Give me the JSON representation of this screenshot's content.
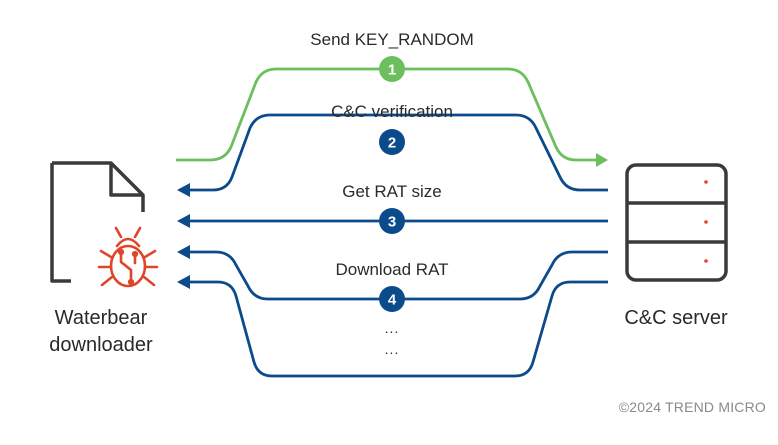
{
  "steps": [
    {
      "number": "1",
      "label": "Send KEY_RANDOM",
      "color": "#6cbf5c"
    },
    {
      "number": "2",
      "label": "C&C verification",
      "color": "#0b4a8b"
    },
    {
      "number": "3",
      "label": "Get RAT size",
      "color": "#0b4a8b"
    },
    {
      "number": "4",
      "label": "Download RAT",
      "color": "#0b4a8b"
    }
  ],
  "continuation": [
    "...",
    "..."
  ],
  "client": {
    "name_line1": "Waterbear",
    "name_line2": "downloader",
    "bug_color": "#e0452a"
  },
  "server": {
    "name": "C&C server",
    "indicator_color": "#e0452a"
  },
  "copyright": "©2024 TREND MICRO"
}
